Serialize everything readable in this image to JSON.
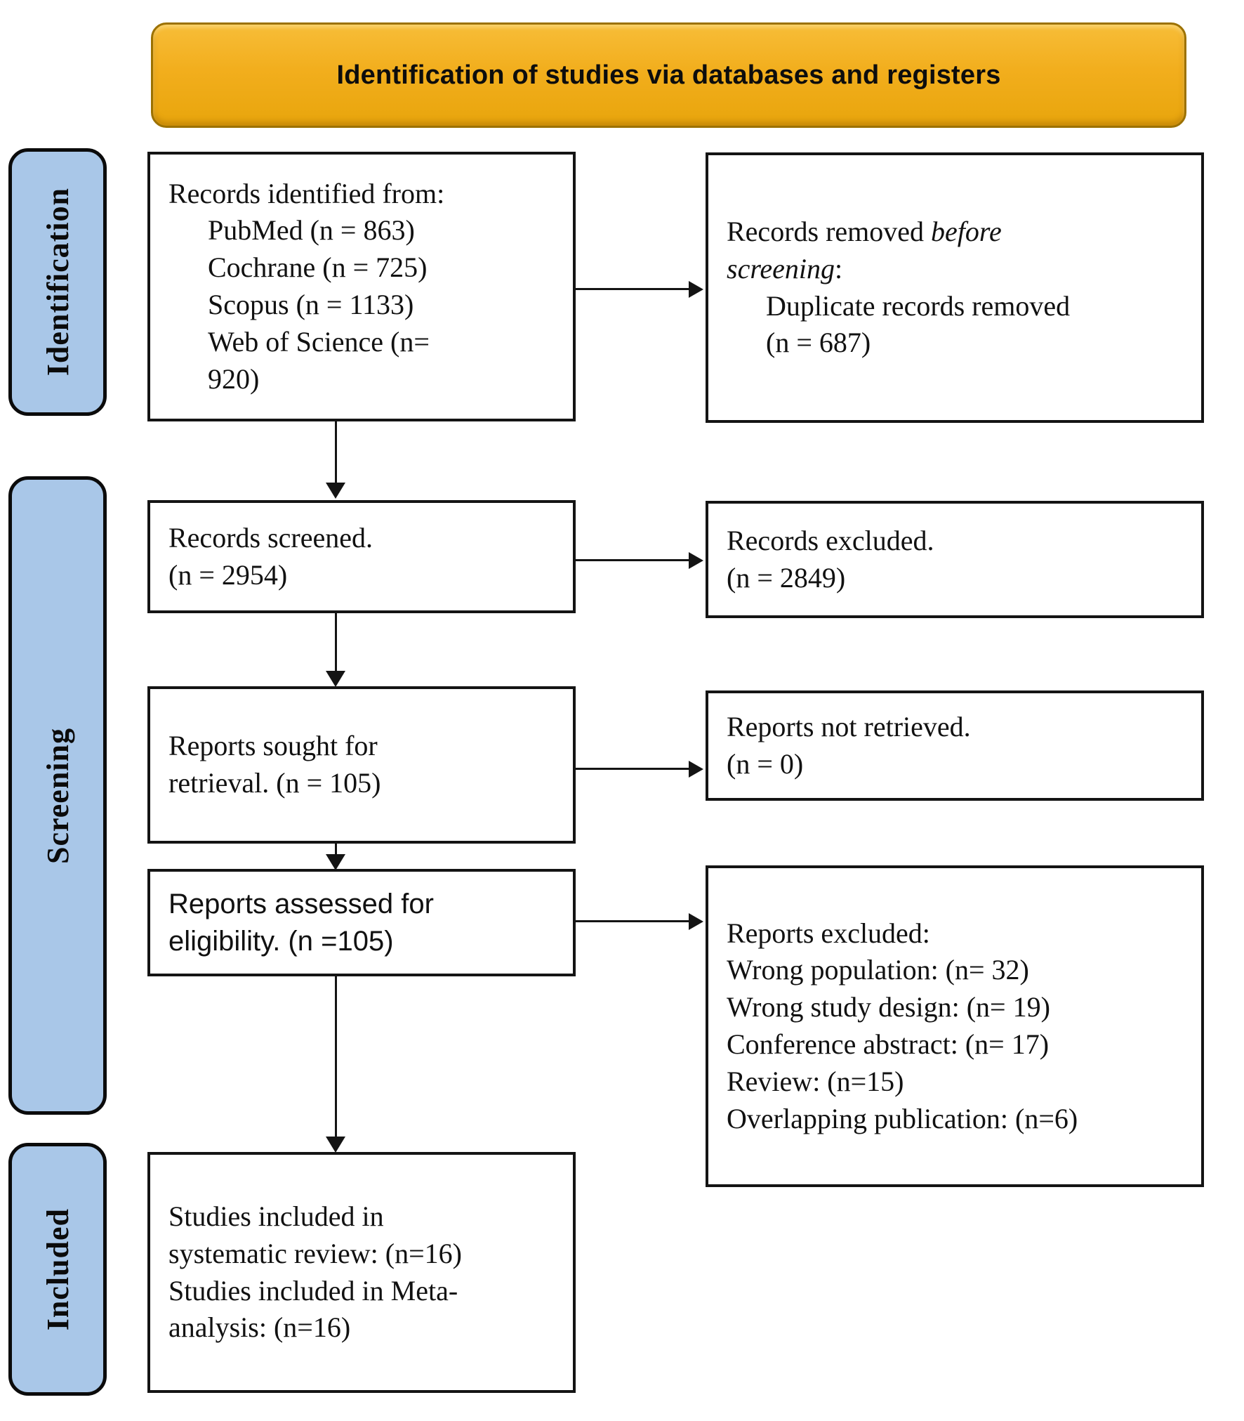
{
  "header": {
    "title": "Identification of studies via databases and registers"
  },
  "sidebar": {
    "identification": "Identification",
    "screening": "Screening",
    "included": "Included"
  },
  "flow": {
    "identified": {
      "intro": "Records identified from:",
      "source_lines": [
        "PubMed (n = 863)",
        "Cochrane (n = 725)",
        "Scopus (n = 1133)",
        "Web of Science (n=",
        "920)"
      ]
    },
    "removed": {
      "line1_prefix": "Records removed ",
      "line1_italic": "before",
      "line2_italic": "screening",
      "line2_suffix": ":",
      "detail_lines": [
        "Duplicate records removed",
        "(n = 687)"
      ]
    },
    "screened": {
      "lines": [
        "Records screened.",
        "(n = 2954)"
      ]
    },
    "excluded": {
      "lines": [
        "Records excluded.",
        "(n = 2849)"
      ]
    },
    "sought": {
      "lines": [
        "Reports sought for",
        "retrieval. (n = 105)"
      ]
    },
    "not_retrieved": {
      "lines": [
        "Reports not retrieved.",
        "(n = 0)"
      ]
    },
    "assessed": {
      "lines": [
        "Reports assessed for",
        "eligibility. (n =105)"
      ]
    },
    "reports_excluded": {
      "lines": [
        "Reports excluded:",
        "Wrong population: (n= 32)",
        "Wrong study design: (n= 19)",
        "Conference abstract: (n= 17)",
        "Review: (n=15)",
        "Overlapping publication: (n=6)"
      ]
    },
    "included_studies": {
      "lines": [
        "Studies included in",
        "systematic review: (n=16)",
        "Studies included in Meta-",
        "analysis: (n=16)"
      ]
    }
  },
  "colors": {
    "banner_fill": "#F2AE1D",
    "banner_border": "#9C7100",
    "stage_fill": "#A9C7E8",
    "border_black": "#141414"
  }
}
